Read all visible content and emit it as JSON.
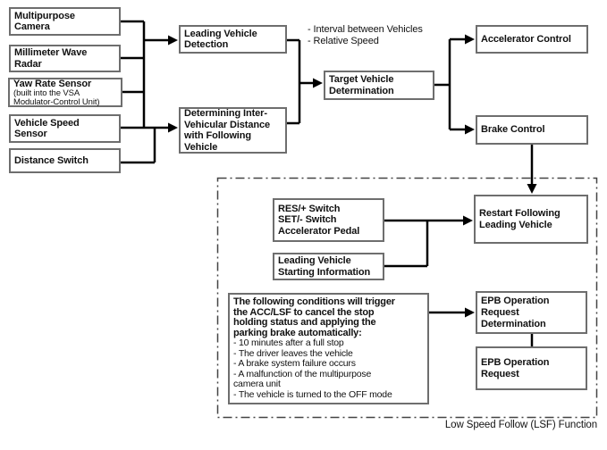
{
  "colors": {
    "background": "#ffffff",
    "box_border": "#6e6e6e",
    "connector": "#000000",
    "text": "#111111"
  },
  "sensors": {
    "multipurpose_camera": "Multipurpose\nCamera",
    "millimeter_wave_radar": "Millimeter Wave\nRadar",
    "yaw_rate_sensor": {
      "title": "Yaw Rate Sensor",
      "subtitle": "(built into the VSA\nModulator-Control Unit)"
    },
    "vehicle_speed_sensor": "Vehicle Speed\nSensor",
    "distance_switch": "Distance Switch"
  },
  "detection": {
    "leading_vehicle_detection": "Leading Vehicle\nDetection",
    "inter_vehicular_distance": "Determining Inter-\nVehicular Distance\nwith Following\nVehicle",
    "outputs_note": "- Interval between Vehicles\n- Relative Speed",
    "target_vehicle_determination": "Target Vehicle\nDetermination"
  },
  "controls": {
    "accelerator_control": "Accelerator Control",
    "brake_control": "Brake Control"
  },
  "lsf": {
    "restart_inputs": "RES/+ Switch\nSET/- Switch\nAccelerator Pedal",
    "starting_information": "Leading Vehicle\nStarting Information",
    "restart_following_leading_vehicle": "Restart Following\nLeading Vehicle",
    "conditions": {
      "heading": "The following conditions will trigger\nthe ACC/LSF to cancel the stop\nholding status and applying the\nparking brake automatically:",
      "items": [
        "- 10 minutes after a full stop",
        "- The driver leaves the vehicle",
        "- A brake system failure occurs",
        "- A malfunction of the multipurpose\ncamera unit",
        "- The vehicle is turned to the OFF mode"
      ]
    },
    "epb_operation_request_determination": "EPB Operation\nRequest\nDetermination",
    "epb_operation_request": "EPB Operation\nRequest",
    "caption": "Low Speed Follow (LSF) Function"
  }
}
